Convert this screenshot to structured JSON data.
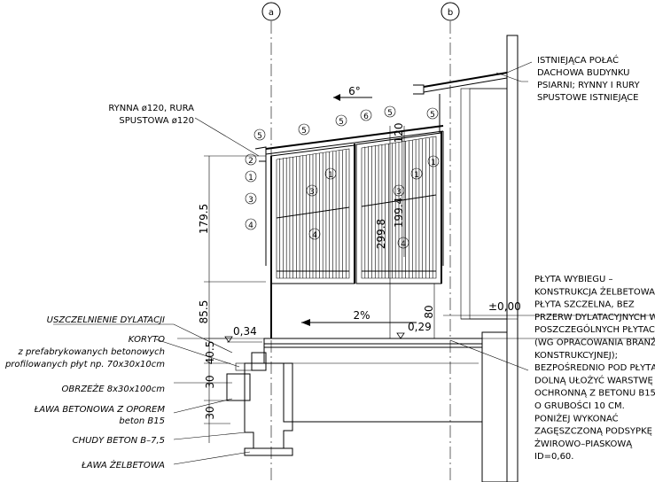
{
  "axes": {
    "a": "a",
    "b": "b"
  },
  "labels": {
    "roof": [
      "ISTNIEJĄCA POŁAĆ",
      "DACHOWA BUDYNKU",
      "PSIARNI; RYNNY I RURY",
      "SPUSTOWE ISTNIEJĄCE"
    ],
    "gutter": [
      "RYNNA ø120, RURA",
      "SPUSTOWA ø120"
    ],
    "seal": "USZCZELNIENIE DYLATACJI",
    "trough": [
      "KORYTO",
      "z prefabrykowanych betonowych",
      "profilowanych płyt np. 70x30x10cm"
    ],
    "curb": "OBRZEŻE 8x30x100cm",
    "bench": [
      "ŁAWA BETONOWA Z OPOREM",
      "beton B15"
    ],
    "lean": "CHUDY BETON B–7,5",
    "footing": "ŁAWA ŻELBETOWA",
    "slab": [
      "PŁYTA WYBIEGU –",
      "KONSTRUKCJA ŻELBETOWA;",
      "PŁYTA SZCZELNA, BEZ",
      "PRZERW DYLATACYJNYCH W",
      "POSZCZEGÓLNYCH PŁYTACH",
      "(WG OPRACOWANIA BRANŻY",
      "KONSTRUKCYJNEJ);",
      "BEZPOŚREDNIO POD PŁYTĄ",
      "DOLNĄ  UŁOŻYĆ WARSTWĘ",
      "OCHRONNĄ Z BETONU B15",
      "O GRUBOŚCI 10 CM.",
      "PONIŻEJ WYKONAĆ",
      "ZAGĘSZCZONĄ PODSYPKĘ",
      "ŻWIROWO–PIASKOWĄ",
      "ID=0,60."
    ]
  },
  "dims": {
    "h1795": "179.5",
    "h855": "85.5",
    "h405": "40.5",
    "h30a": "30",
    "h30b": "30",
    "h2998": "299.8",
    "h1994": "199.4",
    "h120": "120",
    "h80": "80",
    "lvl034": "0,34",
    "lvl029": "0,29",
    "lvl000": "±0,00",
    "slope": "2%",
    "roofslope": "6°"
  },
  "callouts": {
    "c1": "1",
    "c2": "2",
    "c3": "3",
    "c4": "4",
    "c5": "5",
    "c6": "6"
  }
}
